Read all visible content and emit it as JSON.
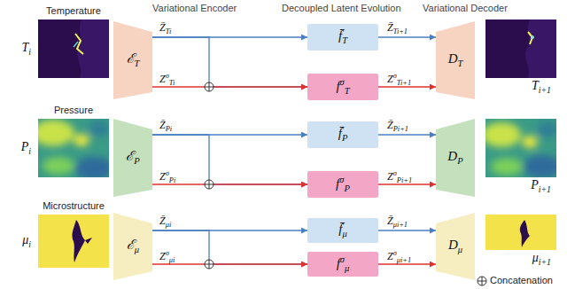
{
  "diagram": {
    "nodes": [
      {
        "text": [
          "Temperature",
          "Ti"
        ]
      },
      {
        "text": [
          "ℰT"
        ]
      },
      {
        "text": [
          "f̄T"
        ]
      },
      {
        "text": [
          "fσT"
        ]
      },
      {
        "text": [
          "DT"
        ]
      },
      {
        "text": [
          "Ti+1"
        ]
      },
      {
        "text": [
          "Pressure",
          "Pi"
        ]
      },
      {
        "text": [
          "ℰP"
        ]
      },
      {
        "text": [
          "f̄P"
        ]
      },
      {
        "text": [
          "fσP"
        ]
      },
      {
        "text": [
          "DP"
        ]
      },
      {
        "text": [
          "Pi+1"
        ]
      },
      {
        "text": [
          "Microstructure",
          "μi"
        ]
      },
      {
        "text": [
          "ℰμ"
        ]
      },
      {
        "text": [
          "f̄μ"
        ]
      },
      {
        "text": [
          "fσμ"
        ]
      },
      {
        "text": [
          "Dμ"
        ]
      },
      {
        "text": [
          "μi+1"
        ]
      }
    ],
    "edges": [
      {
        "from": 1,
        "to": 2,
        "arrow": "to",
        "label": "Z̄Ti"
      },
      {
        "from": 1,
        "to": 3,
        "arrow": "to"
      },
      {
        "from": 1,
        "to": 3,
        "arrow": "to",
        "label": "ZσTi"
      },
      {
        "from": 2,
        "to": 4,
        "arrow": "to",
        "label": "Z̄Ti+1"
      },
      {
        "from": 3,
        "to": 4,
        "arrow": "to",
        "label": "ZσTi+1"
      },
      {
        "from": 7,
        "to": 8,
        "arrow": "to",
        "label": "Z̄Pi"
      },
      {
        "from": 7,
        "to": 9,
        "arrow": "to"
      },
      {
        "from": 7,
        "to": 9,
        "arrow": "to",
        "label": "ZσPi"
      },
      {
        "from": 8,
        "to": 10,
        "arrow": "to",
        "label": "Z̄Pi+1"
      },
      {
        "from": 9,
        "to": 10,
        "arrow": "to",
        "label": "ZσPi+1"
      },
      {
        "from": 13,
        "to": 14,
        "arrow": "to",
        "label": "Z̄μi"
      },
      {
        "from": 13,
        "to": 15,
        "arrow": "to"
      },
      {
        "from": 13,
        "to": 15,
        "arrow": "to",
        "label": "Zσμi"
      },
      {
        "from": 14,
        "to": 16,
        "arrow": "to",
        "label": "Z̄μi+1"
      },
      {
        "from": 15,
        "to": 16,
        "arrow": "to",
        "label": "Zσμi+1"
      }
    ],
    "labels": [
      "Variational Encoder",
      "Decoupled Latent Evolution",
      "Variational Decoder"
    ],
    "legend": [
      {
        "text": "Concatenation"
      }
    ]
  }
}
